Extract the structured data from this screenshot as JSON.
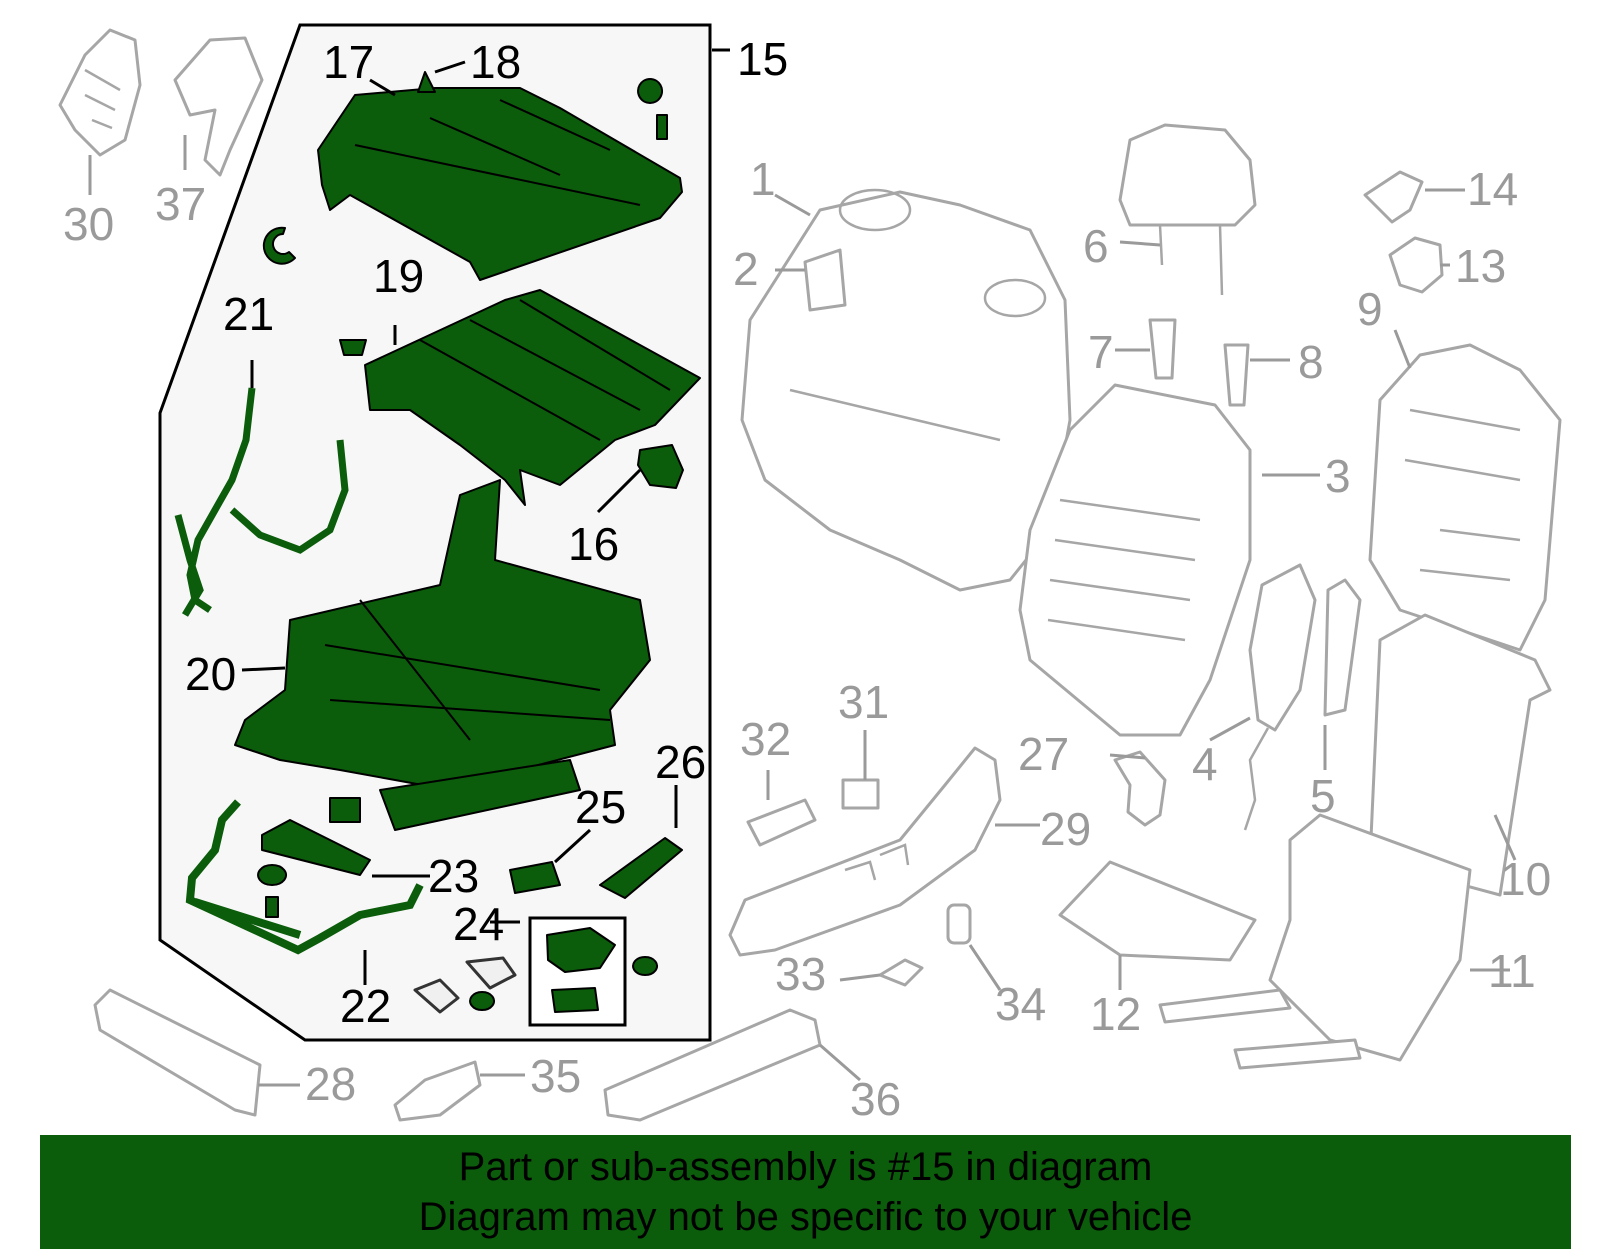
{
  "diagram": {
    "highlight_color": "#0b5c0b",
    "callouts": {
      "c1": "1",
      "c2": "2",
      "c3": "3",
      "c4": "4",
      "c5": "5",
      "c6": "6",
      "c7": "7",
      "c8": "8",
      "c9": "9",
      "c10": "10",
      "c11": "11",
      "c12": "12",
      "c13": "13",
      "c14": "14",
      "c15": "15",
      "c16": "16",
      "c17": "17",
      "c18": "18",
      "c19": "19",
      "c20": "20",
      "c21": "21",
      "c22": "22",
      "c23": "23",
      "c24": "24",
      "c25": "25",
      "c26": "26",
      "c27": "27",
      "c28": "28",
      "c29": "29",
      "c30": "30",
      "c31": "31",
      "c32": "32",
      "c33": "33",
      "c34": "34",
      "c35": "35",
      "c36": "36",
      "c37": "37"
    }
  },
  "banner": {
    "line1": "Part or sub-assembly is #15 in diagram",
    "line2": "Diagram may not be specific to your vehicle"
  }
}
